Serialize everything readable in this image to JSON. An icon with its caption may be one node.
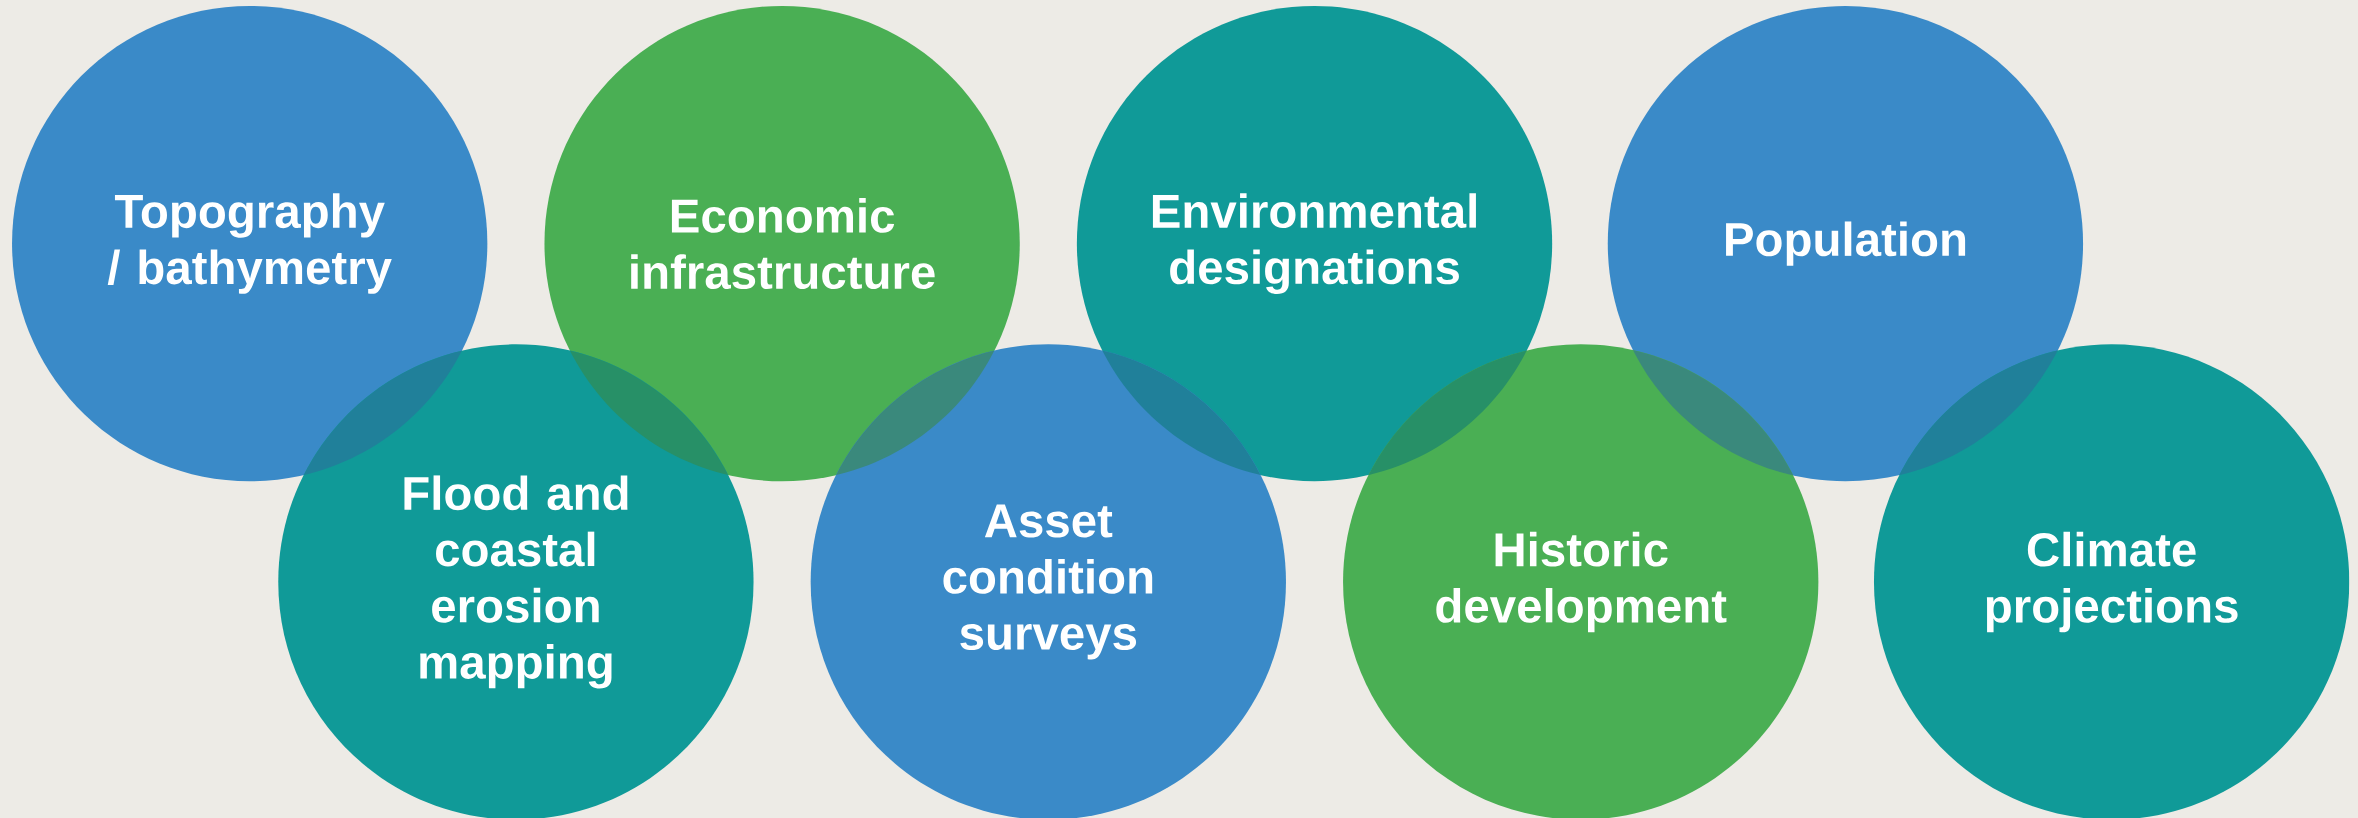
{
  "diagram": {
    "nodes": [
      {
        "text": [
          "Topography / bathymetry"
        ]
      },
      {
        "text": [
          "Economic infrastructure"
        ]
      },
      {
        "text": [
          "Environmental designations"
        ]
      },
      {
        "text": [
          "Population"
        ]
      },
      {
        "text": [
          "Flood and coastal erosion mapping"
        ]
      },
      {
        "text": [
          "Asset condition surveys"
        ]
      },
      {
        "text": [
          "Historic development"
        ]
      },
      {
        "text": [
          "Climate projections"
        ]
      }
    ]
  }
}
